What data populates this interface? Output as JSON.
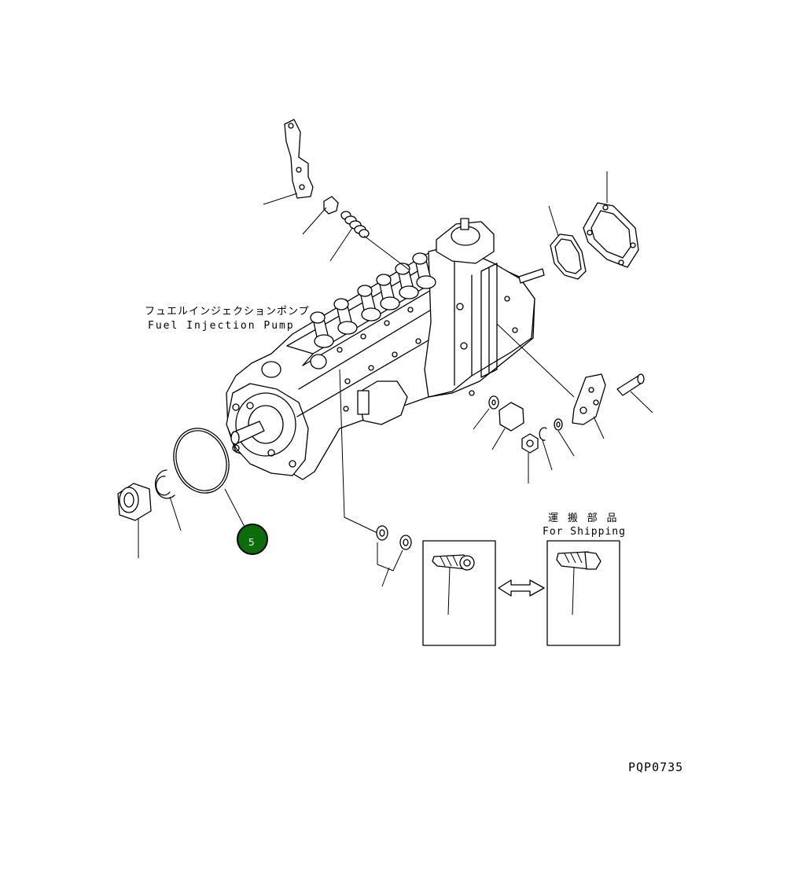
{
  "diagram": {
    "title_jp": "フュエルインジェクションポンプ",
    "title_en": "Fuel Injection Pump",
    "shipping_jp": "運 搬 部 品",
    "shipping_en": "For Shipping",
    "drawing_code": "PQP0735",
    "callout": {
      "number": "5",
      "color": "#0b6e0b"
    }
  }
}
